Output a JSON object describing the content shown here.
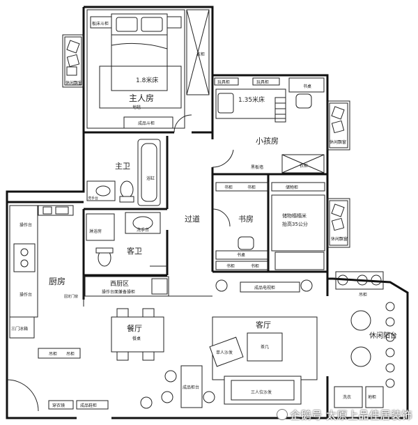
{
  "rooms": {
    "master_bedroom": "主人房",
    "kids_room": "小孩房",
    "master_bath": "主卫",
    "guest_bath": "客卫",
    "corridor": "过道",
    "study": "书房",
    "kitchen": "厨房",
    "western_kitchen": "西厨区",
    "dining": "餐厅",
    "living": "客厅",
    "leisure_balcony": "休闲阳台"
  },
  "labels": {
    "bed_18": "1.8米床",
    "bed_135": "1.35米床",
    "bedside_cabinet": "板床斗柜",
    "leisure_bay_left": "休闲飘窗",
    "leisure_bay_right1": "休闲飘窗",
    "leisure_bay_right2": "休闲飘窗",
    "wardrobe_master": "衣柜",
    "dresser": "地毯",
    "tv_cabinet_master": "成品斗柜",
    "toy_cabinet1": "玩具柜",
    "toy_cabinet2": "玩具柜",
    "desk_kids": "书桌",
    "blackboard_wall": "黑板墙",
    "wardrobe_kids": "衣柜",
    "bathtub": "浴缸",
    "wash_basin_master": "洗手台",
    "shower_room": "淋浴房",
    "wash_basin_guest": "洗手台",
    "bookshelf1": "书柜",
    "bookshelf2": "书柜",
    "storage_cabinet": "储物柜",
    "tatami": "储物榻榻米",
    "tatami_height": "抬高35公分",
    "desk_study1": "书桌",
    "bookcase_study1": "书柜",
    "bookcase_study2": "书柜",
    "tv_wall": "成品电视柜",
    "operation_counter_w": "操作台面兼备操柜",
    "operation_table1": "操作台",
    "operation_table2": "操作台",
    "fridge": "三门冰箱",
    "sliding_door": "固定门窗",
    "cabinet_k1": "吊柜",
    "cabinet_k2": "吊柜",
    "dining_table": "餐桌",
    "single_sofa": "单人沙发",
    "coffee_table": "茶几",
    "triple_sofa": "三人位沙发",
    "finished_cabinet": "成品柜台",
    "shoe_cabinet": "成品鞋柜",
    "clothes_cabinet": "穿衣镜",
    "balcony_cabinet1": "吊柜",
    "balcony_cabinet2": "地柜",
    "balcony_wash": "洗衣"
  },
  "watermark": "企鹅号 太原上品佳居装饰"
}
